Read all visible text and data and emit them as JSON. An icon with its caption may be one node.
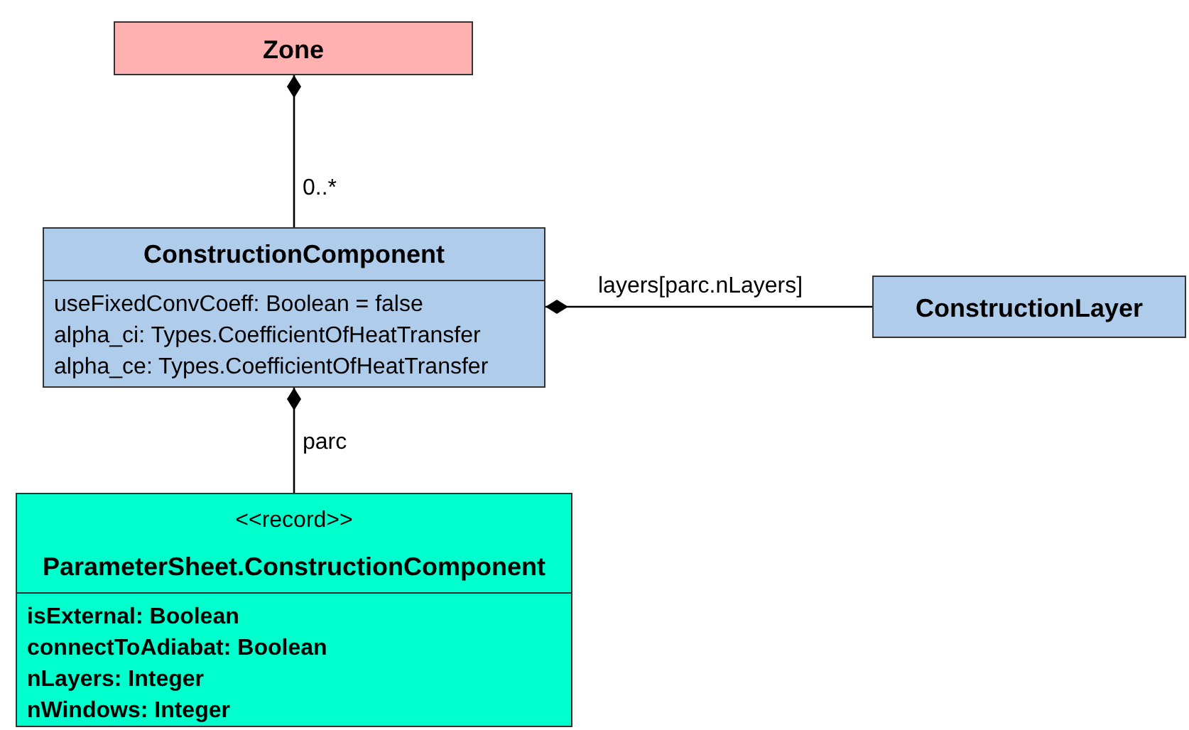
{
  "diagram": {
    "nodes": [
      {
        "text": [
          "Zone"
        ]
      },
      {
        "text": [
          "ConstructionComponent",
          "useFixedConvCoeff: Boolean = false",
          "alpha_ci: Types.CoefficientOfHeatTransfer",
          "alpha_ce: Types.CoefficientOfHeatTransfer"
        ]
      },
      {
        "text": [
          "ConstructionLayer"
        ]
      },
      {
        "text": [
          "<<record>>",
          "ParameterSheet.ConstructionComponent",
          "isExternal: Boolean",
          "connectToAdiabat: Boolean",
          "nLayers: Integer",
          "nWindows: Integer"
        ]
      }
    ],
    "edges": [
      {
        "from": 0,
        "to": 1,
        "arrow": "other",
        "label": "0..*"
      },
      {
        "from": 1,
        "to": 2,
        "arrow": "other",
        "label": "layers[parc.nLayers]"
      },
      {
        "from": 1,
        "to": 3,
        "arrow": "other",
        "label": "parc"
      }
    ]
  }
}
